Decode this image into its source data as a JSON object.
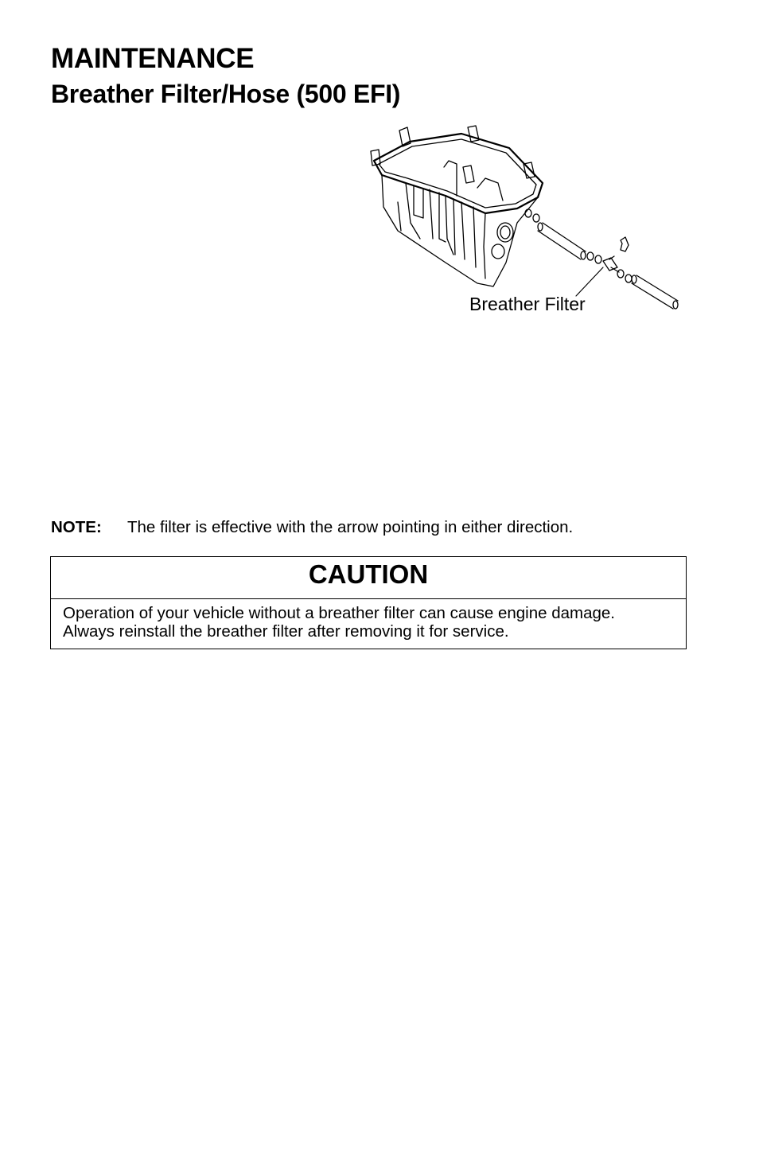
{
  "header": {
    "section_title": "MAINTENANCE",
    "page_title": "Breather Filter/Hose (500 EFI)"
  },
  "figure": {
    "callout_label": "Breather Filter",
    "illustration_icon": "airbox-breather-hose-illustration"
  },
  "note": {
    "label": "NOTE:",
    "text": "The filter is effective with the arrow pointing in either direction."
  },
  "caution": {
    "title": "CAUTION",
    "lines": [
      "Operation of your vehicle without a breather filter can cause engine damage.",
      "Always reinstall the breather filter after removing it for service."
    ]
  }
}
